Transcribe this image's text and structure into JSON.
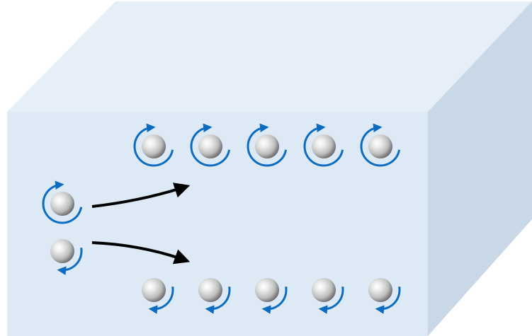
{
  "diagram": {
    "spin_rows": [
      {
        "position": "top",
        "direction": "up",
        "count": 5
      },
      {
        "position": "bottom",
        "direction": "down",
        "count": 5
      }
    ],
    "incoming": [
      {
        "direction": "up"
      },
      {
        "direction": "down"
      }
    ],
    "colors": {
      "block_front": "#dde9f5",
      "block_top": "#e6eff8",
      "block_side": "#c9d8e6",
      "spin_arrow": "#0b6cc2",
      "flow_arrow": "#000000",
      "ball_light": "#ffffff",
      "ball_mid": "#bdbdbd",
      "ball_dark": "#5a5a5a"
    }
  }
}
